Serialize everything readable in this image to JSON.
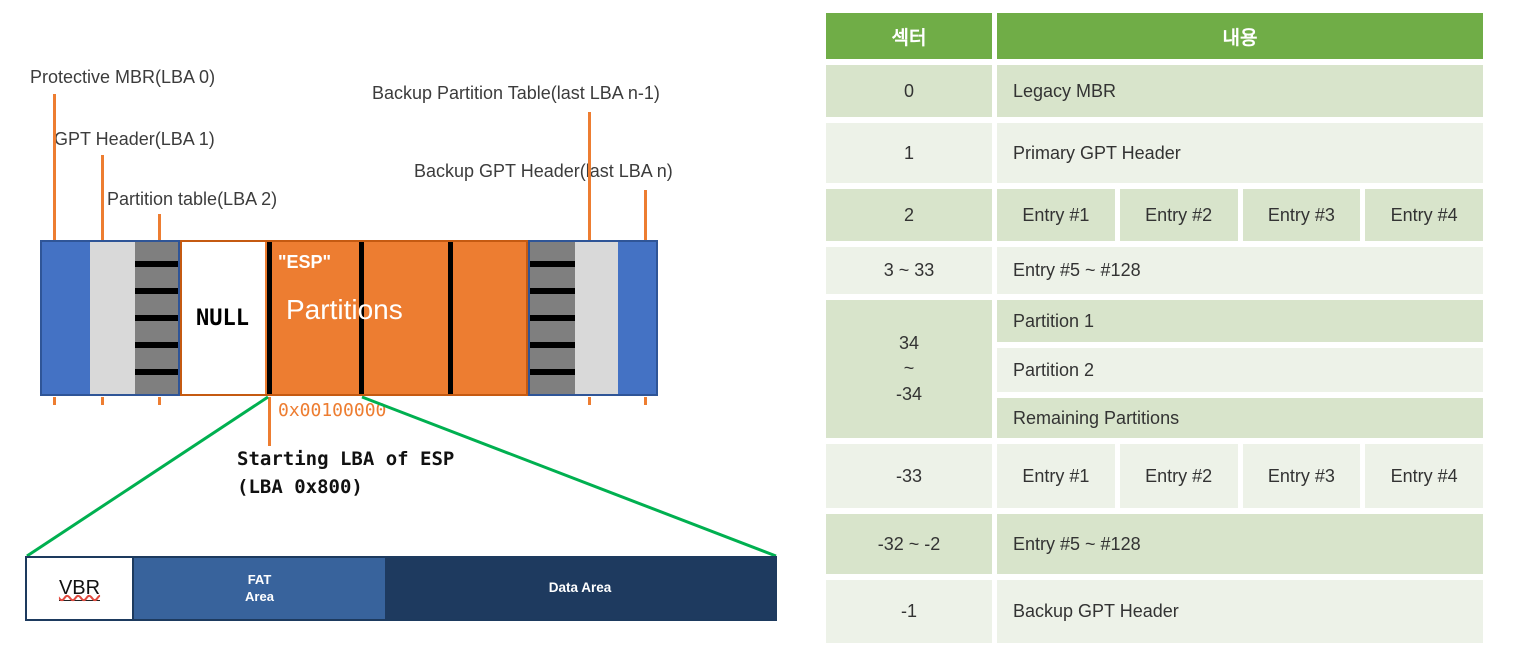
{
  "diagram": {
    "labels": {
      "protective_mbr": "Protective MBR(LBA 0)",
      "gpt_header": "GPT Header(LBA 1)",
      "partition_table": "Partition table(LBA 2)",
      "backup_partition_table": "Backup Partition Table(last LBA n-1)",
      "backup_gpt_header": "Backup GPT Header(last LBA n)"
    },
    "disk_bar": {
      "null_label": "NULL",
      "esp_label": "\"ESP\"",
      "partitions_label": "Partitions"
    },
    "annotations": {
      "offset_hex": "0x00100000",
      "starting_lba_line1": "Starting LBA of ESP",
      "starting_lba_line2": "(LBA 0x800)"
    },
    "esp_expanded": {
      "vbr_label": "VBR",
      "fat_label_line1": "FAT",
      "fat_label_line2": "Area",
      "data_label": "Data Area"
    }
  },
  "table": {
    "header": {
      "sector": "섹터",
      "content": "내용"
    },
    "rows": [
      {
        "sector": "0",
        "content": "Legacy MBR"
      },
      {
        "sector": "1",
        "content": "Primary GPT Header"
      },
      {
        "sector": "2",
        "entries": [
          "Entry #1",
          "Entry #2",
          "Entry #3",
          "Entry #4"
        ]
      },
      {
        "sector": "3 ~ 33",
        "content": "Entry #5 ~ #128"
      },
      {
        "sector_lines": [
          "34",
          "~",
          "-34"
        ],
        "contents": [
          "Partition 1",
          "Partition 2",
          "Remaining Partitions"
        ]
      },
      {
        "sector": "-33",
        "entries": [
          "Entry #1",
          "Entry #2",
          "Entry #3",
          "Entry #4"
        ]
      },
      {
        "sector": "-32 ~ -2",
        "content": "Entry #5 ~ #128"
      },
      {
        "sector": "-1",
        "content": "Backup GPT Header"
      }
    ]
  },
  "colors": {
    "header_green": "#70AD47",
    "row_band_dark": "#D8E4CB",
    "row_band_light": "#EDF2E8",
    "bar_blue": "#4472C4",
    "bar_light_gray": "#D9D9D9",
    "bar_dark_gray": "#7F7F7F",
    "bar_orange": "#ED7D31",
    "orange_border": "#C55A11",
    "blue_border": "#2F5597",
    "leader_orange": "#ED7D31",
    "zoom_line_green": "#00B050",
    "fat_blue": "#38639C",
    "data_navy": "#1E3A5F"
  }
}
